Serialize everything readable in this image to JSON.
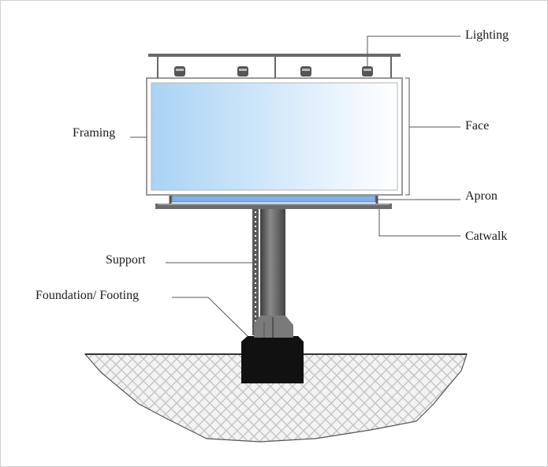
{
  "labels": {
    "lighting": "Lighting",
    "face": "Face",
    "framing": "Framing",
    "apron": "Apron",
    "catwalk": "Catwalk",
    "support": "Support",
    "foundation": "Foundation/ Footing"
  },
  "colors": {
    "face_start": "#a9d3f5",
    "face_end": "#ffffff",
    "frame_border": "#9a9a9a",
    "apron_blue": "#7fb2e8",
    "metal_dark": "#3a3a3a",
    "footing": "#111111",
    "ground_fill": "#f2f2f2",
    "ground_line": "#444444"
  }
}
